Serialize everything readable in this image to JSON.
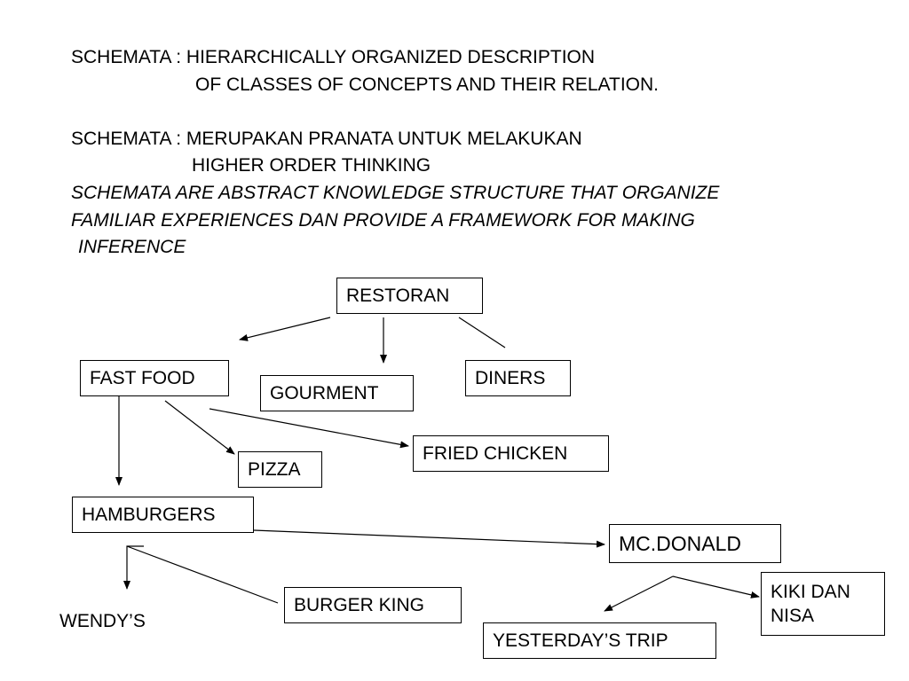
{
  "heading": {
    "line1": "SCHEMATA : HIERARCHICALLY ORGANIZED DESCRIPTION",
    "line2": "OF CLASSES OF CONCEPTS AND THEIR RELATION.",
    "line3": "SCHEMATA : MERUPAKAN PRANATA UNTUK MELAKUKAN",
    "line4": "HIGHER ORDER THINKING",
    "italic1": "SCHEMATA  ARE ABSTRACT KNOWLEDGE STRUCTURE THAT ORGANIZE",
    "italic2": "FAMILIAR EXPERIENCES DAN PROVIDE A FRAMEWORK FOR MAKING",
    "italic3": "INFERENCE"
  },
  "nodes": {
    "restoran": "RESTORAN",
    "fast_food": "FAST FOOD",
    "gourment": "GOURMENT",
    "diners": "DINERS",
    "pizza": "PIZZA",
    "fried_chicken": "FRIED CHICKEN",
    "hamburgers": "HAMBURGERS",
    "mc_donald": "MC.DONALD",
    "burger_king": "BURGER KING",
    "wendys": "WENDY’S",
    "kiki_line1": "KIKI DAN",
    "kiki_line2": "NISA",
    "yesterdays_trip": "YESTERDAY’S TRIP"
  }
}
